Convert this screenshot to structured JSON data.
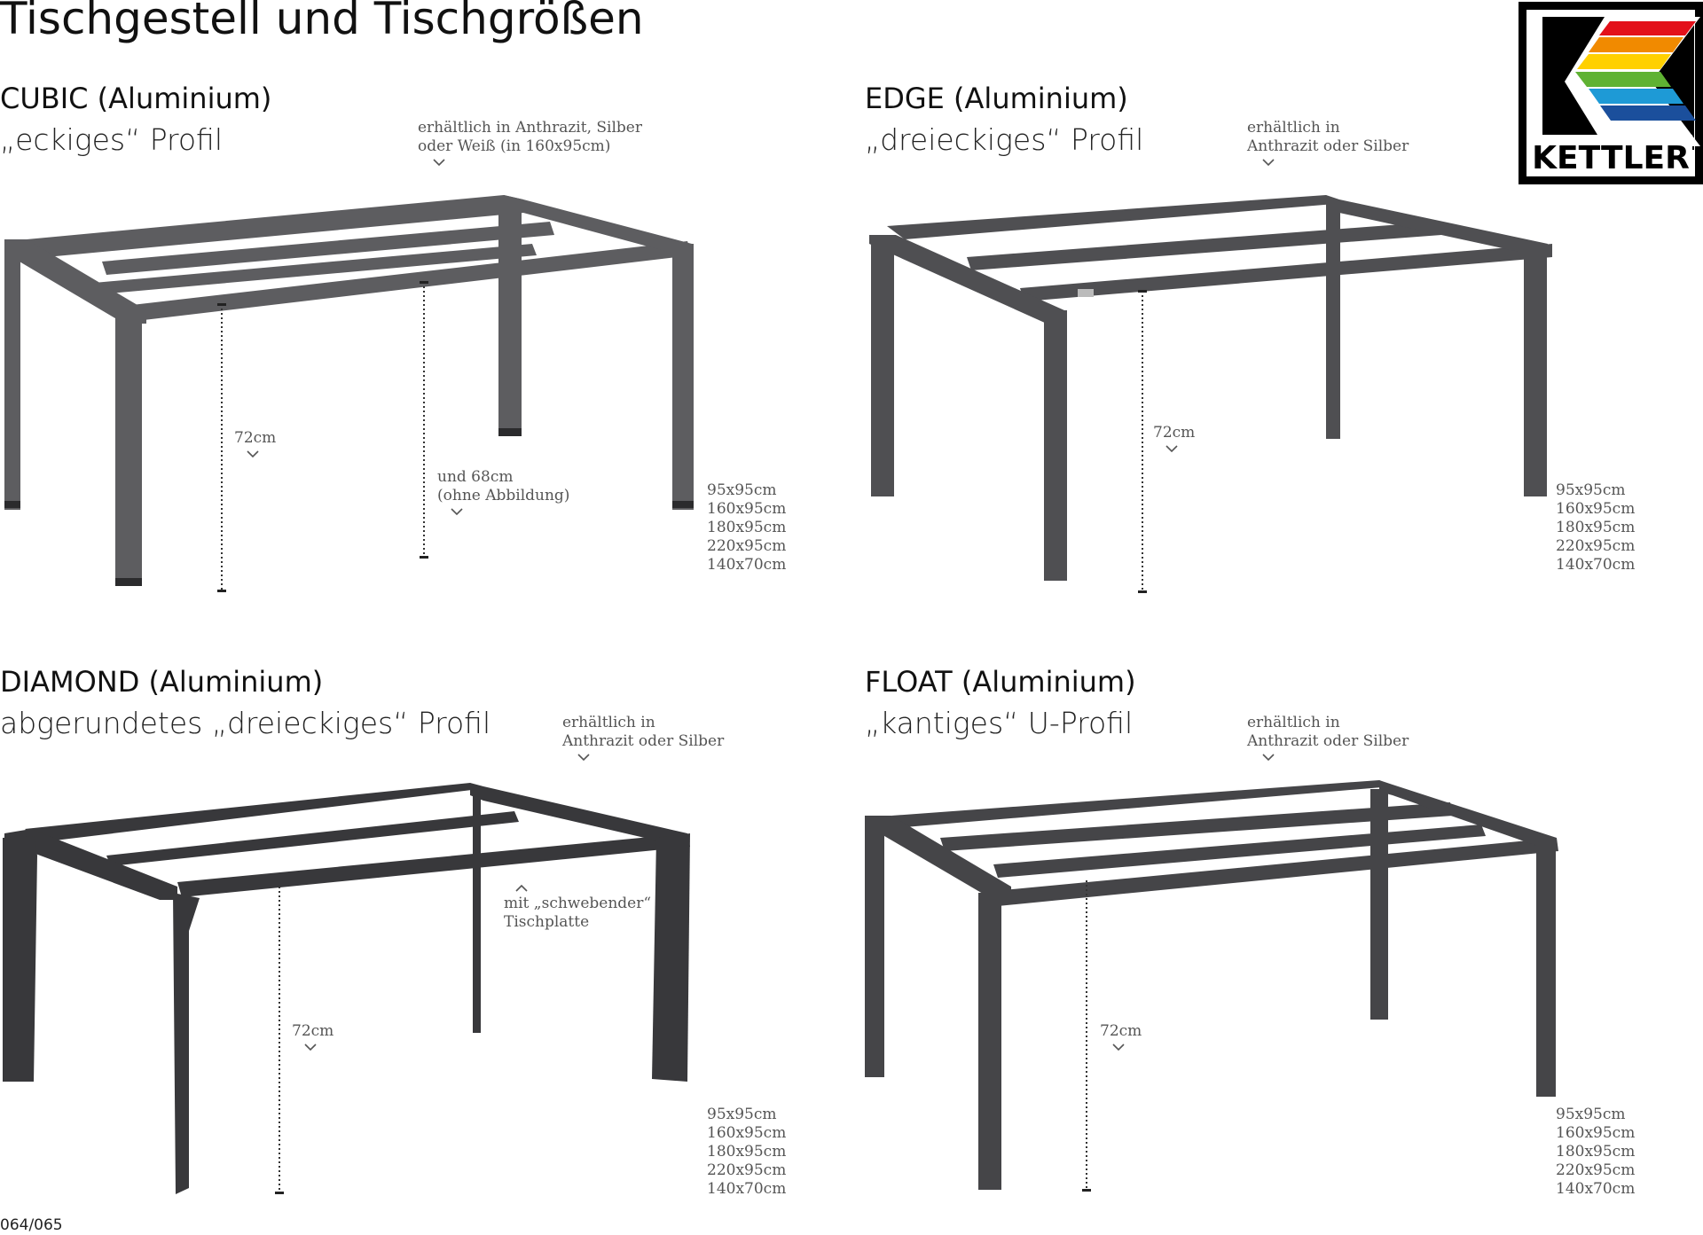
{
  "page": {
    "title": "Tischgestell und Tischgrößen",
    "page_number": "064/065",
    "brand": "KETTLER",
    "brand_colors": [
      "#e3101a",
      "#f18a00",
      "#ffd000",
      "#5fb233",
      "#1e9ad6",
      "#1b4f9c"
    ]
  },
  "sections": [
    {
      "name": "CUBIC (Aluminium)",
      "profile": "„eckiges“ Profil",
      "availability": [
        "erhältlich in Anthrazit, Silber",
        "oder Weiß (in 160x95cm)"
      ],
      "height_label": "72cm",
      "extra_height": [
        "und 68cm",
        "(ohne Abbildung)"
      ],
      "sizes": [
        "95x95cm",
        "160x95cm",
        "180x95cm",
        "220x95cm",
        "140x70cm"
      ],
      "frame_color": "#5d5d60"
    },
    {
      "name": "EDGE (Aluminium)",
      "profile": "„dreieckiges“ Profil",
      "availability": [
        "erhältlich in",
        "Anthrazit oder Silber"
      ],
      "height_label": "72cm",
      "sizes": [
        "95x95cm",
        "160x95cm",
        "180x95cm",
        "220x95cm",
        "140x70cm"
      ],
      "frame_color": "#4f4f52"
    },
    {
      "name": "DIAMOND (Aluminium)",
      "profile": "abgerundetes „dreieckiges“ Profil",
      "availability": [
        "erhältlich in",
        "Anthrazit oder Silber"
      ],
      "height_label": "72cm",
      "feature": [
        "mit „schwebender“",
        "Tischplatte"
      ],
      "sizes": [
        "95x95cm",
        "160x95cm",
        "180x95cm",
        "220x95cm",
        "140x70cm"
      ],
      "frame_color": "#38383b"
    },
    {
      "name": "FLOAT (Aluminium)",
      "profile": "„kantiges“ U-Profil",
      "availability": [
        "erhältlich in",
        "Anthrazit oder Silber"
      ],
      "height_label": "72cm",
      "sizes": [
        "95x95cm",
        "160x95cm",
        "180x95cm",
        "220x95cm",
        "140x70cm"
      ],
      "frame_color": "#454548"
    }
  ]
}
